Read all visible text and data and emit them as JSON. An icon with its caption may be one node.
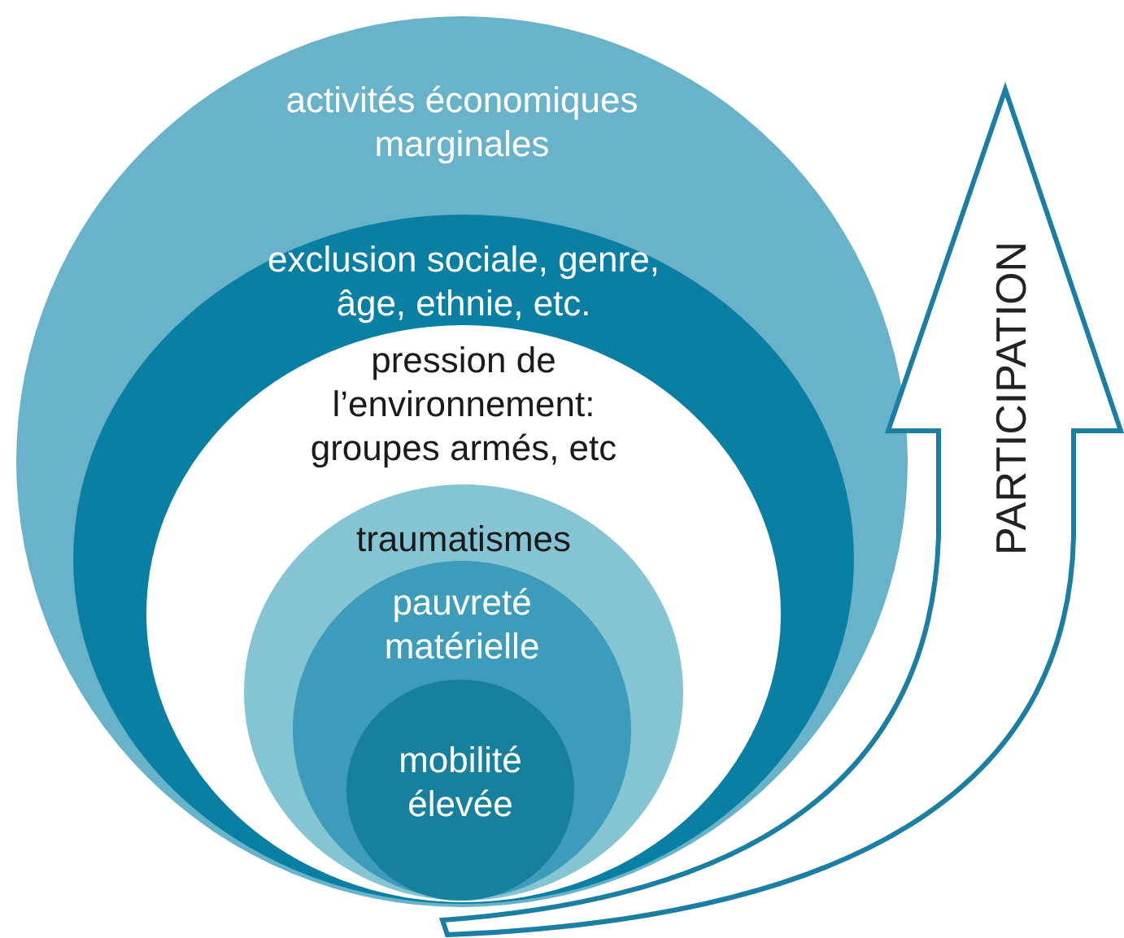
{
  "diagram": {
    "nodes": [
      {
        "text": [
          "activités économiques marginales"
        ]
      },
      {
        "text": [
          "exclusion sociale, genre, âge, ethnie, etc."
        ],
        "in": 0
      },
      {
        "text": [
          "pression de l’environnement: groupes armés, etc"
        ],
        "in": 1
      },
      {
        "text": [
          "traumatismes"
        ],
        "in": 2
      },
      {
        "text": [
          "pauvreté matérielle"
        ],
        "in": 3
      },
      {
        "text": [
          "mobilité élevée"
        ],
        "in": 4
      },
      {
        "text": [
          "PARTICIPATION"
        ]
      }
    ]
  }
}
